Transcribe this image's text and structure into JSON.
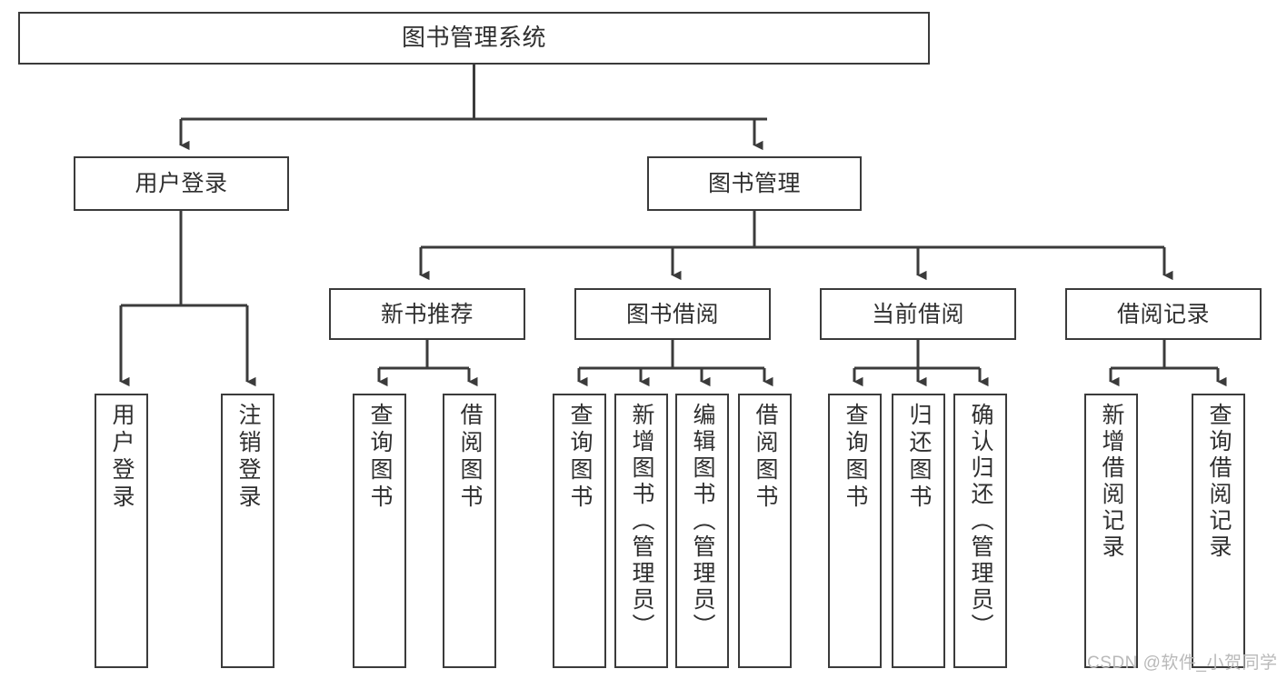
{
  "diagram": {
    "title": "图书管理系统",
    "type": "tree-hierarchy-chart",
    "stroke_color": "#3b3b3b",
    "text_color": "#2f2f2f",
    "background_color": "#ffffff"
  },
  "nodes": {
    "root": {
      "label": "图书管理系统"
    },
    "branches": [
      {
        "label": "用户登录"
      },
      {
        "label": "图书管理"
      }
    ],
    "groups": [
      {
        "label": "新书推荐"
      },
      {
        "label": "图书借阅"
      },
      {
        "label": "当前借阅"
      },
      {
        "label": "借阅记录"
      }
    ],
    "leaves": [
      {
        "label": "用户登录"
      },
      {
        "label": "注销登录"
      },
      {
        "label": "查询图书"
      },
      {
        "label": "借阅图书"
      },
      {
        "label": "查询图书"
      },
      {
        "label": "新增图书（管理员）"
      },
      {
        "label": "编辑图书（管理员）"
      },
      {
        "label": "借阅图书"
      },
      {
        "label": "查询图书"
      },
      {
        "label": "归还图书"
      },
      {
        "label": "确认归还（管理员）"
      },
      {
        "label": "新增借阅记录"
      },
      {
        "label": "查询借阅记录"
      }
    ]
  },
  "watermark": {
    "text": "CSDN @软件_小贺同学"
  }
}
